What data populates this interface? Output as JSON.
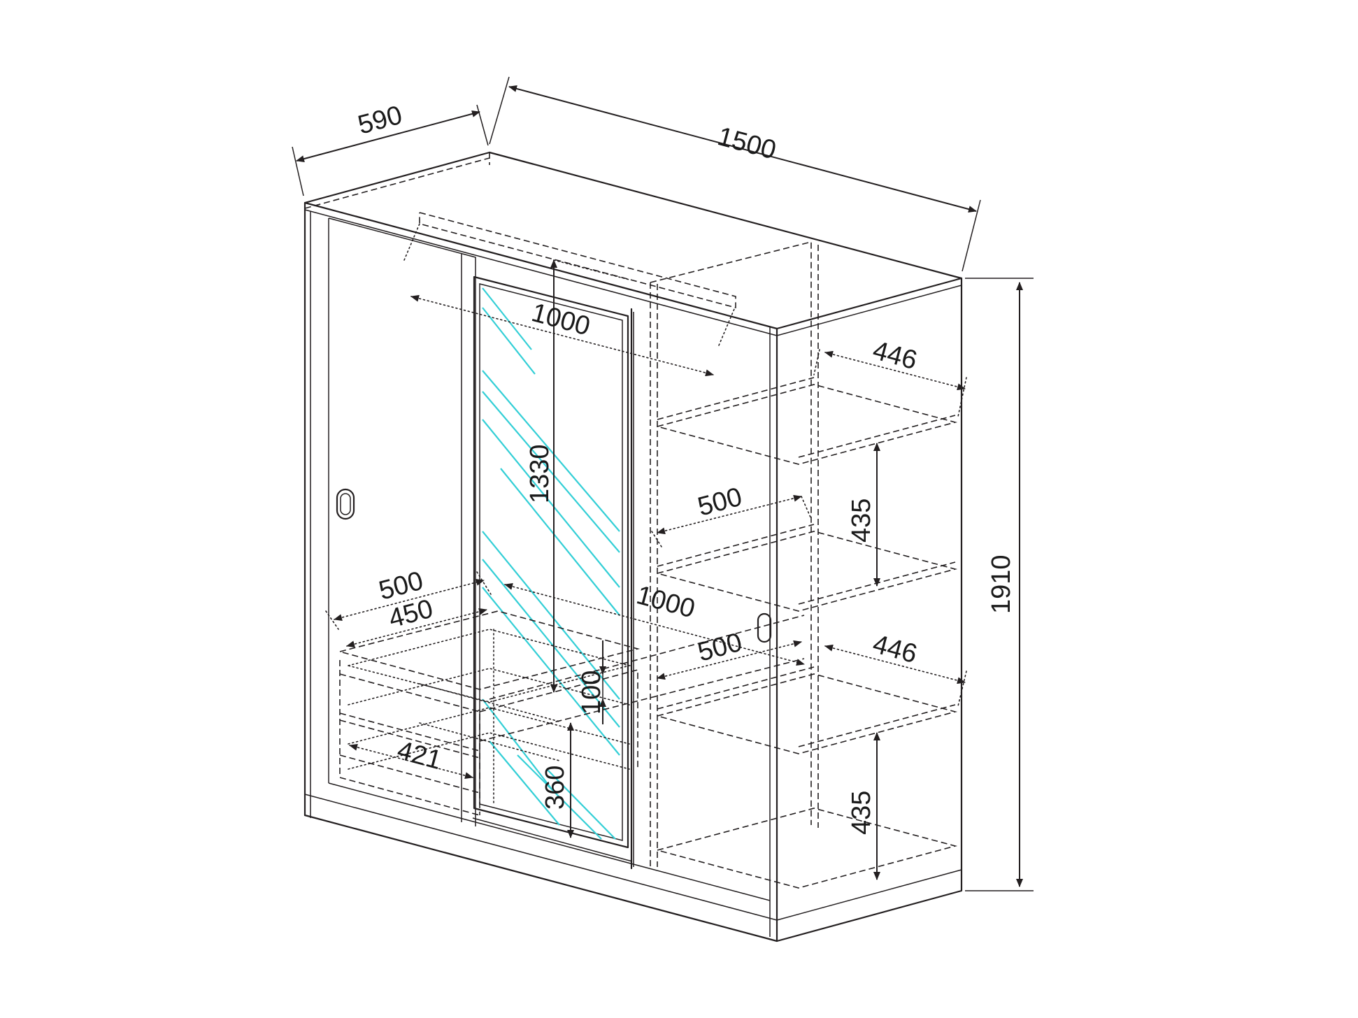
{
  "dimensions": {
    "depth": "590",
    "width": "1500",
    "height": "1910",
    "hanging_rail_width": "1000",
    "mirror_height": "1330",
    "shelf_width_left": "500",
    "shelf_width_left_inner": "450",
    "lower_rail_width": "1000",
    "drawer_width": "421",
    "drawer_height": "100",
    "drawer_stack_height": "360",
    "shelf_width_right_mid": "500",
    "shelf_width_right_low": "500",
    "shelf_depth_upper": "446",
    "shelf_depth_lower": "446",
    "shelf_spacing_upper": "435",
    "shelf_spacing_lower": "435"
  },
  "colors": {
    "outline": "#231f20",
    "mirror_glass": "#33cfd6",
    "background": "#ffffff"
  }
}
